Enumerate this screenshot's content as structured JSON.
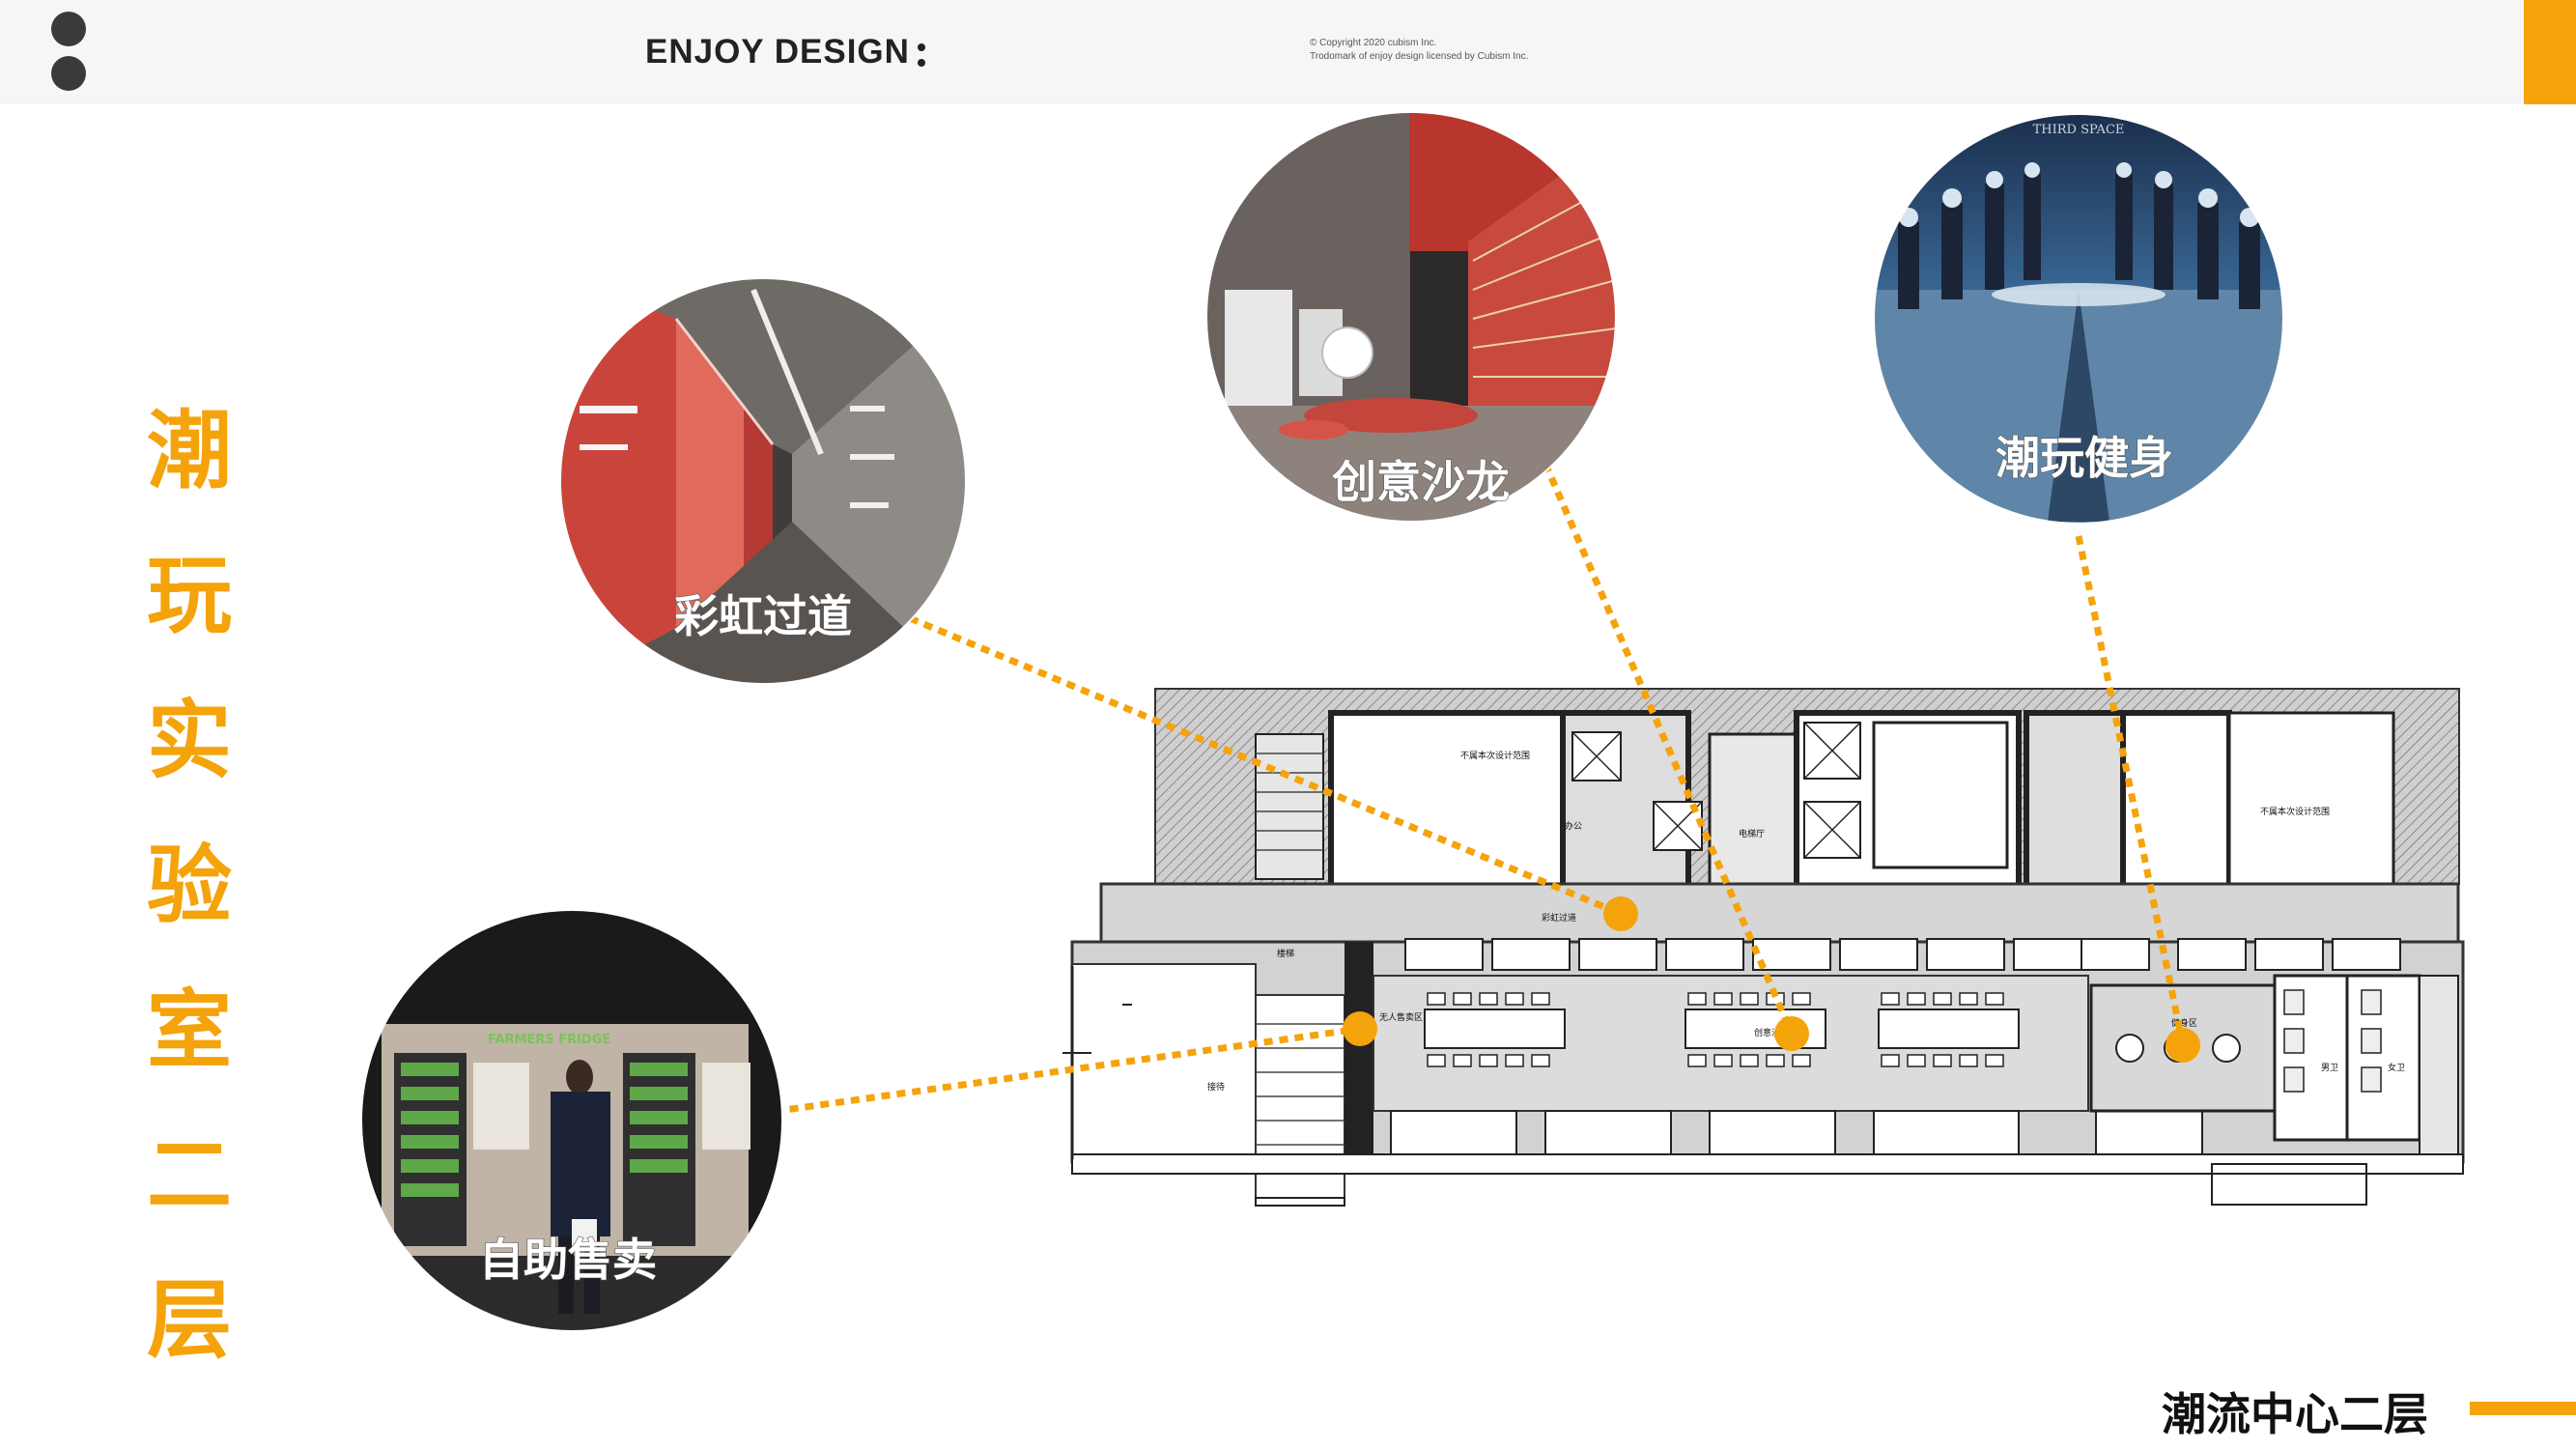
{
  "header": {
    "brand": "ENJOY DESIGN",
    "copyright_line1": "©    Copyright 2020 cubism Inc.",
    "copyright_line2": "Trodomark of enjoy design licensed by Cubism Inc."
  },
  "vertical_title": [
    "潮",
    "玩",
    "实",
    "验",
    "室",
    "二",
    "层"
  ],
  "footer_title": "潮流中心二层",
  "bubbles": [
    {
      "label": "彩虹过道",
      "icon": "corridor-photo"
    },
    {
      "label": "创意沙龙",
      "icon": "salon-photo"
    },
    {
      "label": "潮玩健身",
      "icon": "gym-photo"
    },
    {
      "label": "自助售卖",
      "icon": "vending-photo"
    }
  ],
  "photo_text": {
    "gym_sign": "THIRD SPACE",
    "vending_sign": "FARMERS FRIDGE"
  },
  "plan_labels": {
    "scope_left": "不属本次设计范围",
    "scope_right": "不属本次设计范围",
    "rainbow": "彩虹过道",
    "vending": "无人售卖区",
    "salon": "创意沙龙",
    "gym": "健身区",
    "stair": "楼梯",
    "toilet_a": "男卫",
    "toilet_b": "女卫",
    "office": "办公",
    "room": "接待",
    "elev": "电梯厅"
  },
  "colors": {
    "accent": "#f5a30b",
    "dark": "#3a3a3a"
  }
}
